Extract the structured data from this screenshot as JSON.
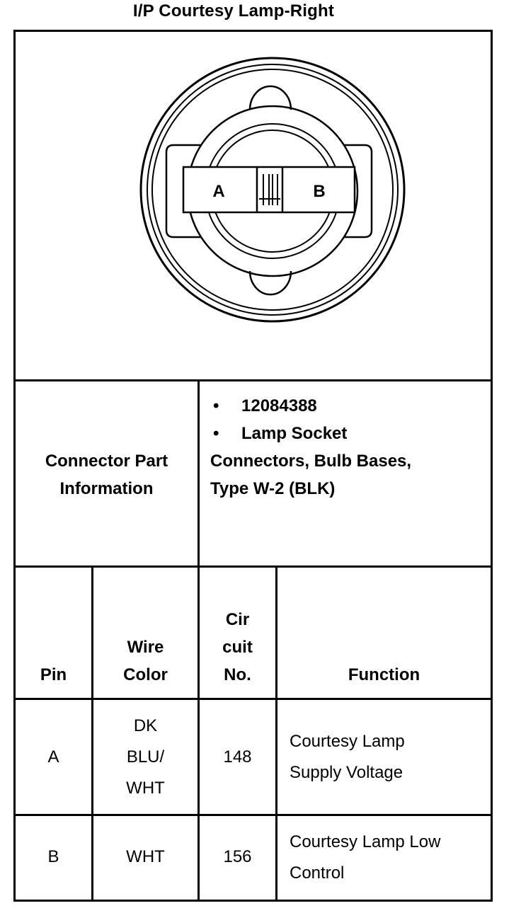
{
  "title": "I/P Courtesy Lamp-Right",
  "diagram": {
    "pin_a_label": "A",
    "pin_b_label": "B"
  },
  "connector_info": {
    "label_line1": "Connector Part",
    "label_line2": "Information",
    "bullet1": "12084388",
    "bullet2": "Lamp Socket",
    "line3": "Connectors, Bulb Bases,",
    "line4": "Type W-2 (BLK)"
  },
  "table": {
    "headers": {
      "pin": "Pin",
      "wire_color_1": "Wire",
      "wire_color_2": "Color",
      "circuit_1": "Cir",
      "circuit_2": "cuit",
      "circuit_3": "No.",
      "function": "Function"
    },
    "rows": [
      {
        "pin": "A",
        "wire_1": "DK",
        "wire_2": "BLU/",
        "wire_3": "WHT",
        "circuit": "148",
        "function_1": "Courtesy Lamp",
        "function_2": "Supply Voltage"
      },
      {
        "pin": "B",
        "wire_1": "WHT",
        "circuit": "156",
        "function_1": "Courtesy Lamp Low",
        "function_2": "Control"
      }
    ]
  }
}
